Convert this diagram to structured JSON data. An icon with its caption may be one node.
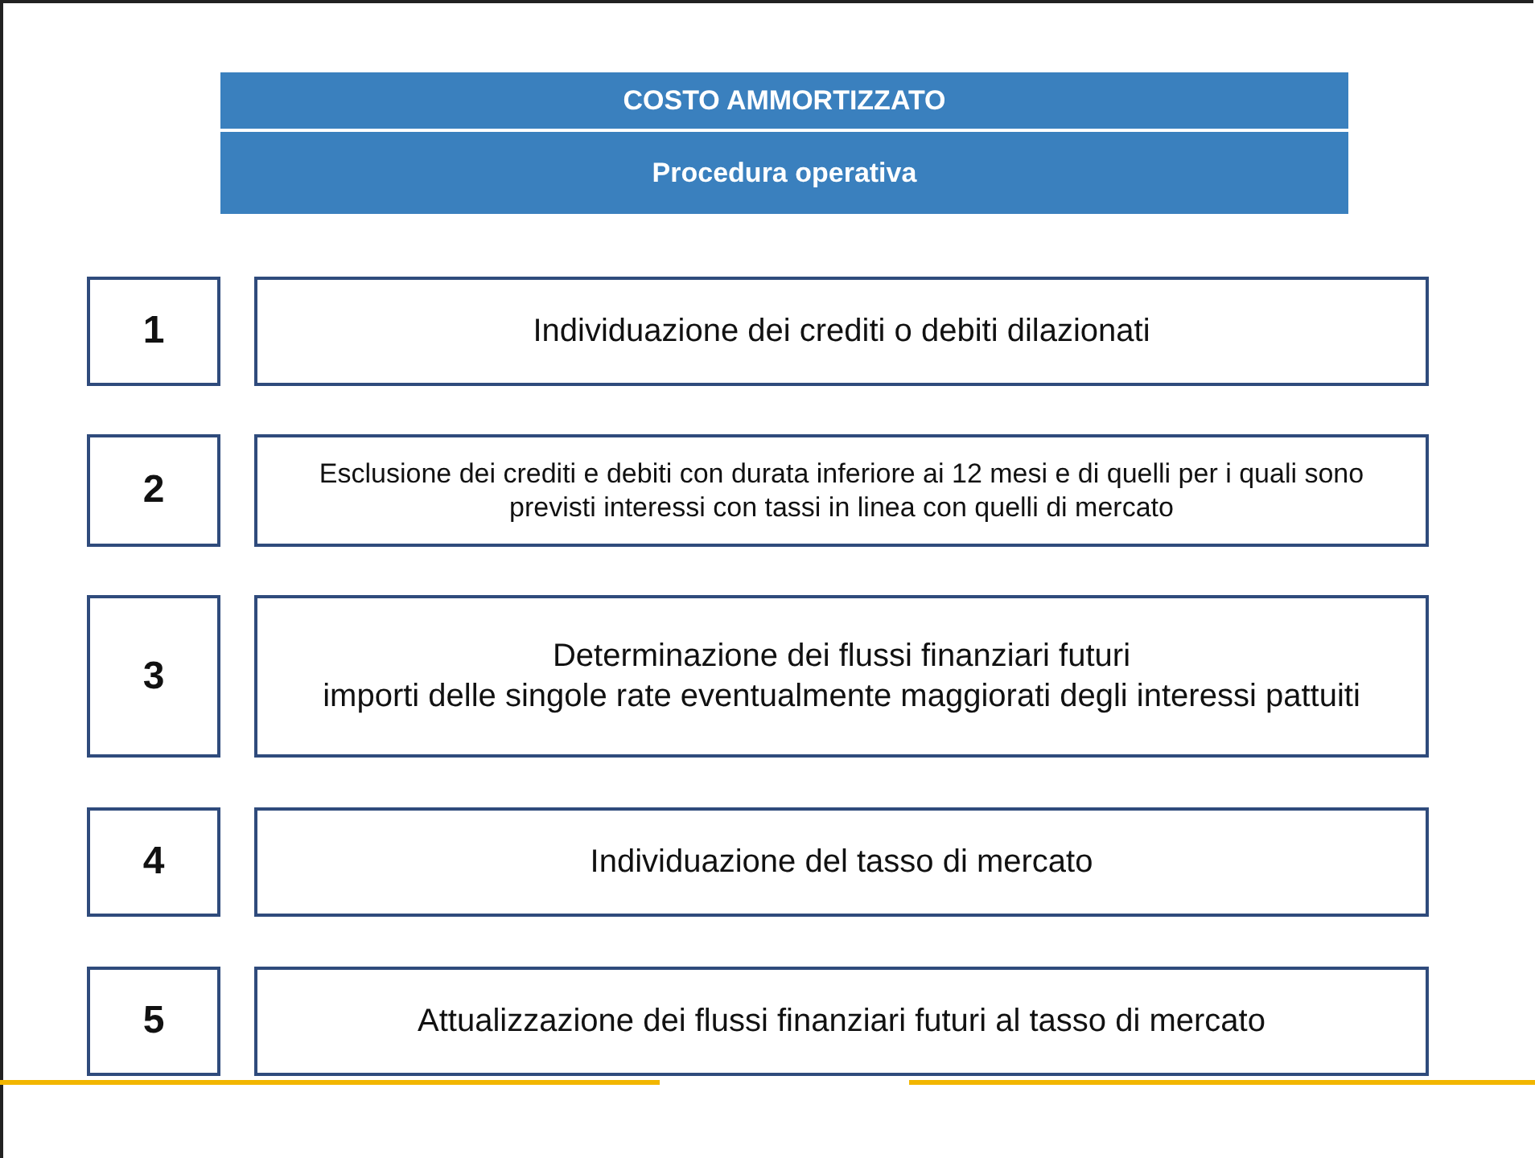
{
  "diagram": {
    "nodes": [
      {
        "text": [
          "COSTO AMMORTIZZATO"
        ]
      },
      {
        "text": [
          "Procedura operativa"
        ]
      },
      {
        "text": [
          "1"
        ]
      },
      {
        "text": [
          "Individuazione dei crediti o debiti dilazionati"
        ]
      },
      {
        "text": [
          "2"
        ]
      },
      {
        "text": [
          "Esclusione dei crediti e debiti con durata inferiore ai 12 mesi e di quelli per i quali sono previsti interessi con tassi in linea con quelli di mercato"
        ]
      },
      {
        "text": [
          "3"
        ]
      },
      {
        "text": [
          "Determinazione dei flussi finanziari futuri",
          "importi delle singole rate eventualmente maggiorati degli interessi pattuiti"
        ]
      },
      {
        "text": [
          "4"
        ]
      },
      {
        "text": [
          "Individuazione del tasso di mercato"
        ]
      },
      {
        "text": [
          "5"
        ]
      },
      {
        "text": [
          "Attualizzazione dei flussi finanziari futuri al tasso di mercato"
        ]
      }
    ]
  }
}
